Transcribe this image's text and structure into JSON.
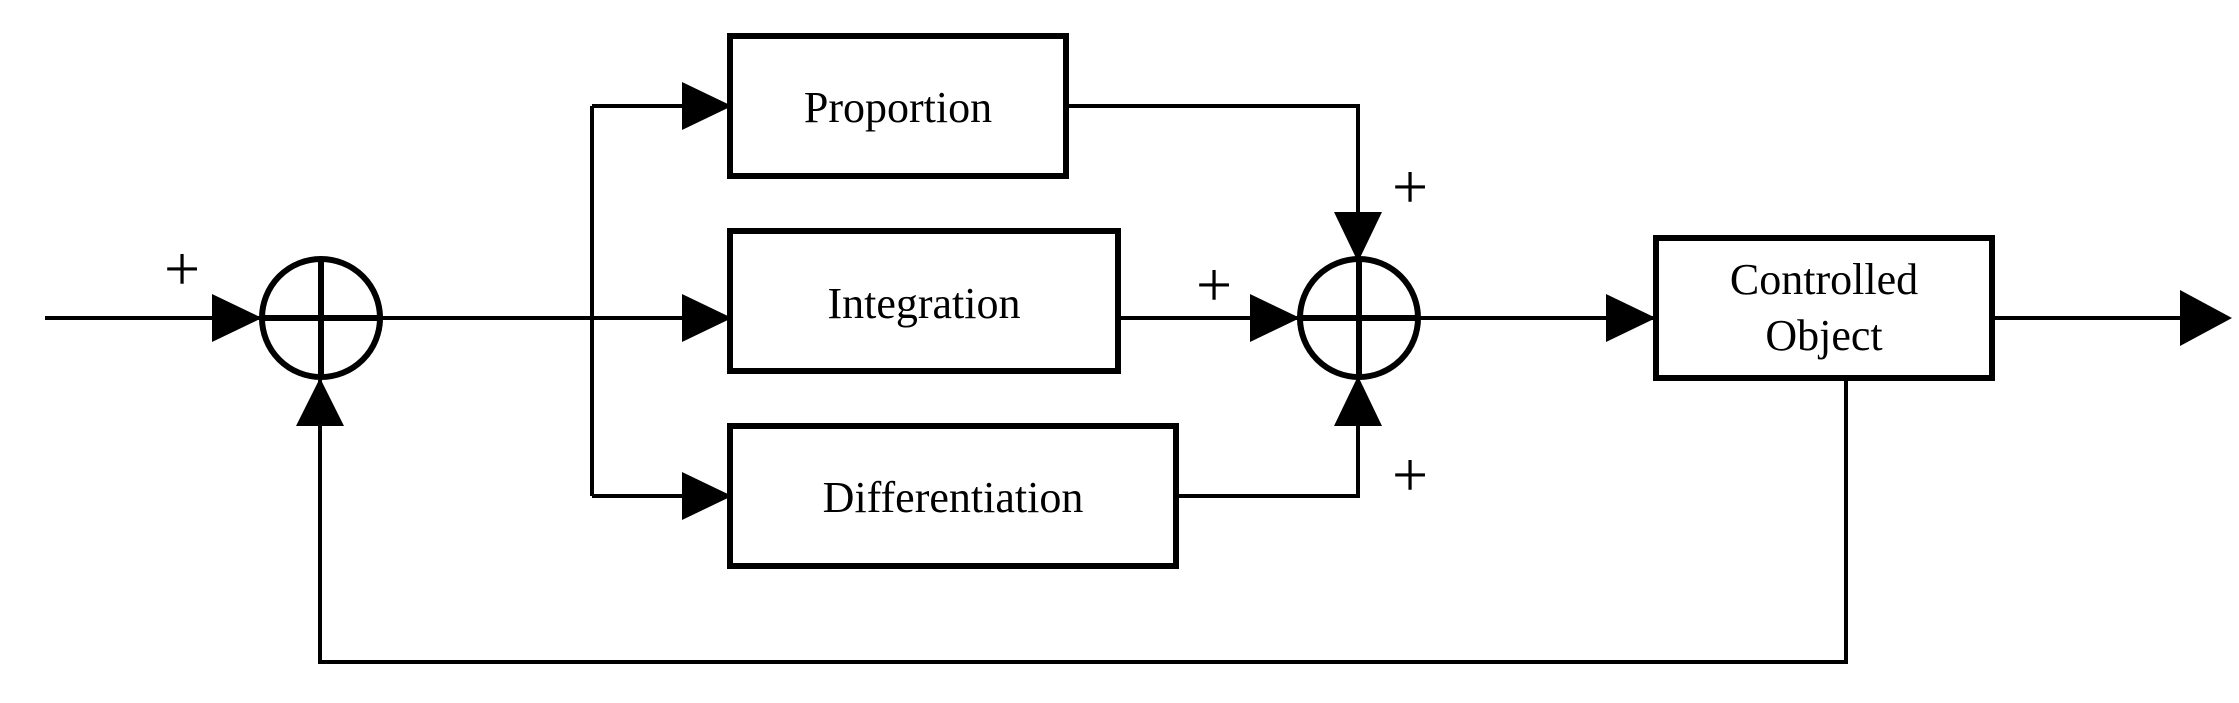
{
  "blocks": {
    "proportion": "Proportion",
    "integration": "Integration",
    "differentiation": "Differentiation",
    "controlled_object_line1": "Controlled",
    "controlled_object_line2": "Object"
  },
  "signs": {
    "input_plus": "+",
    "proportion_plus": "+",
    "integration_plus": "+",
    "differentiation_plus": "+"
  }
}
